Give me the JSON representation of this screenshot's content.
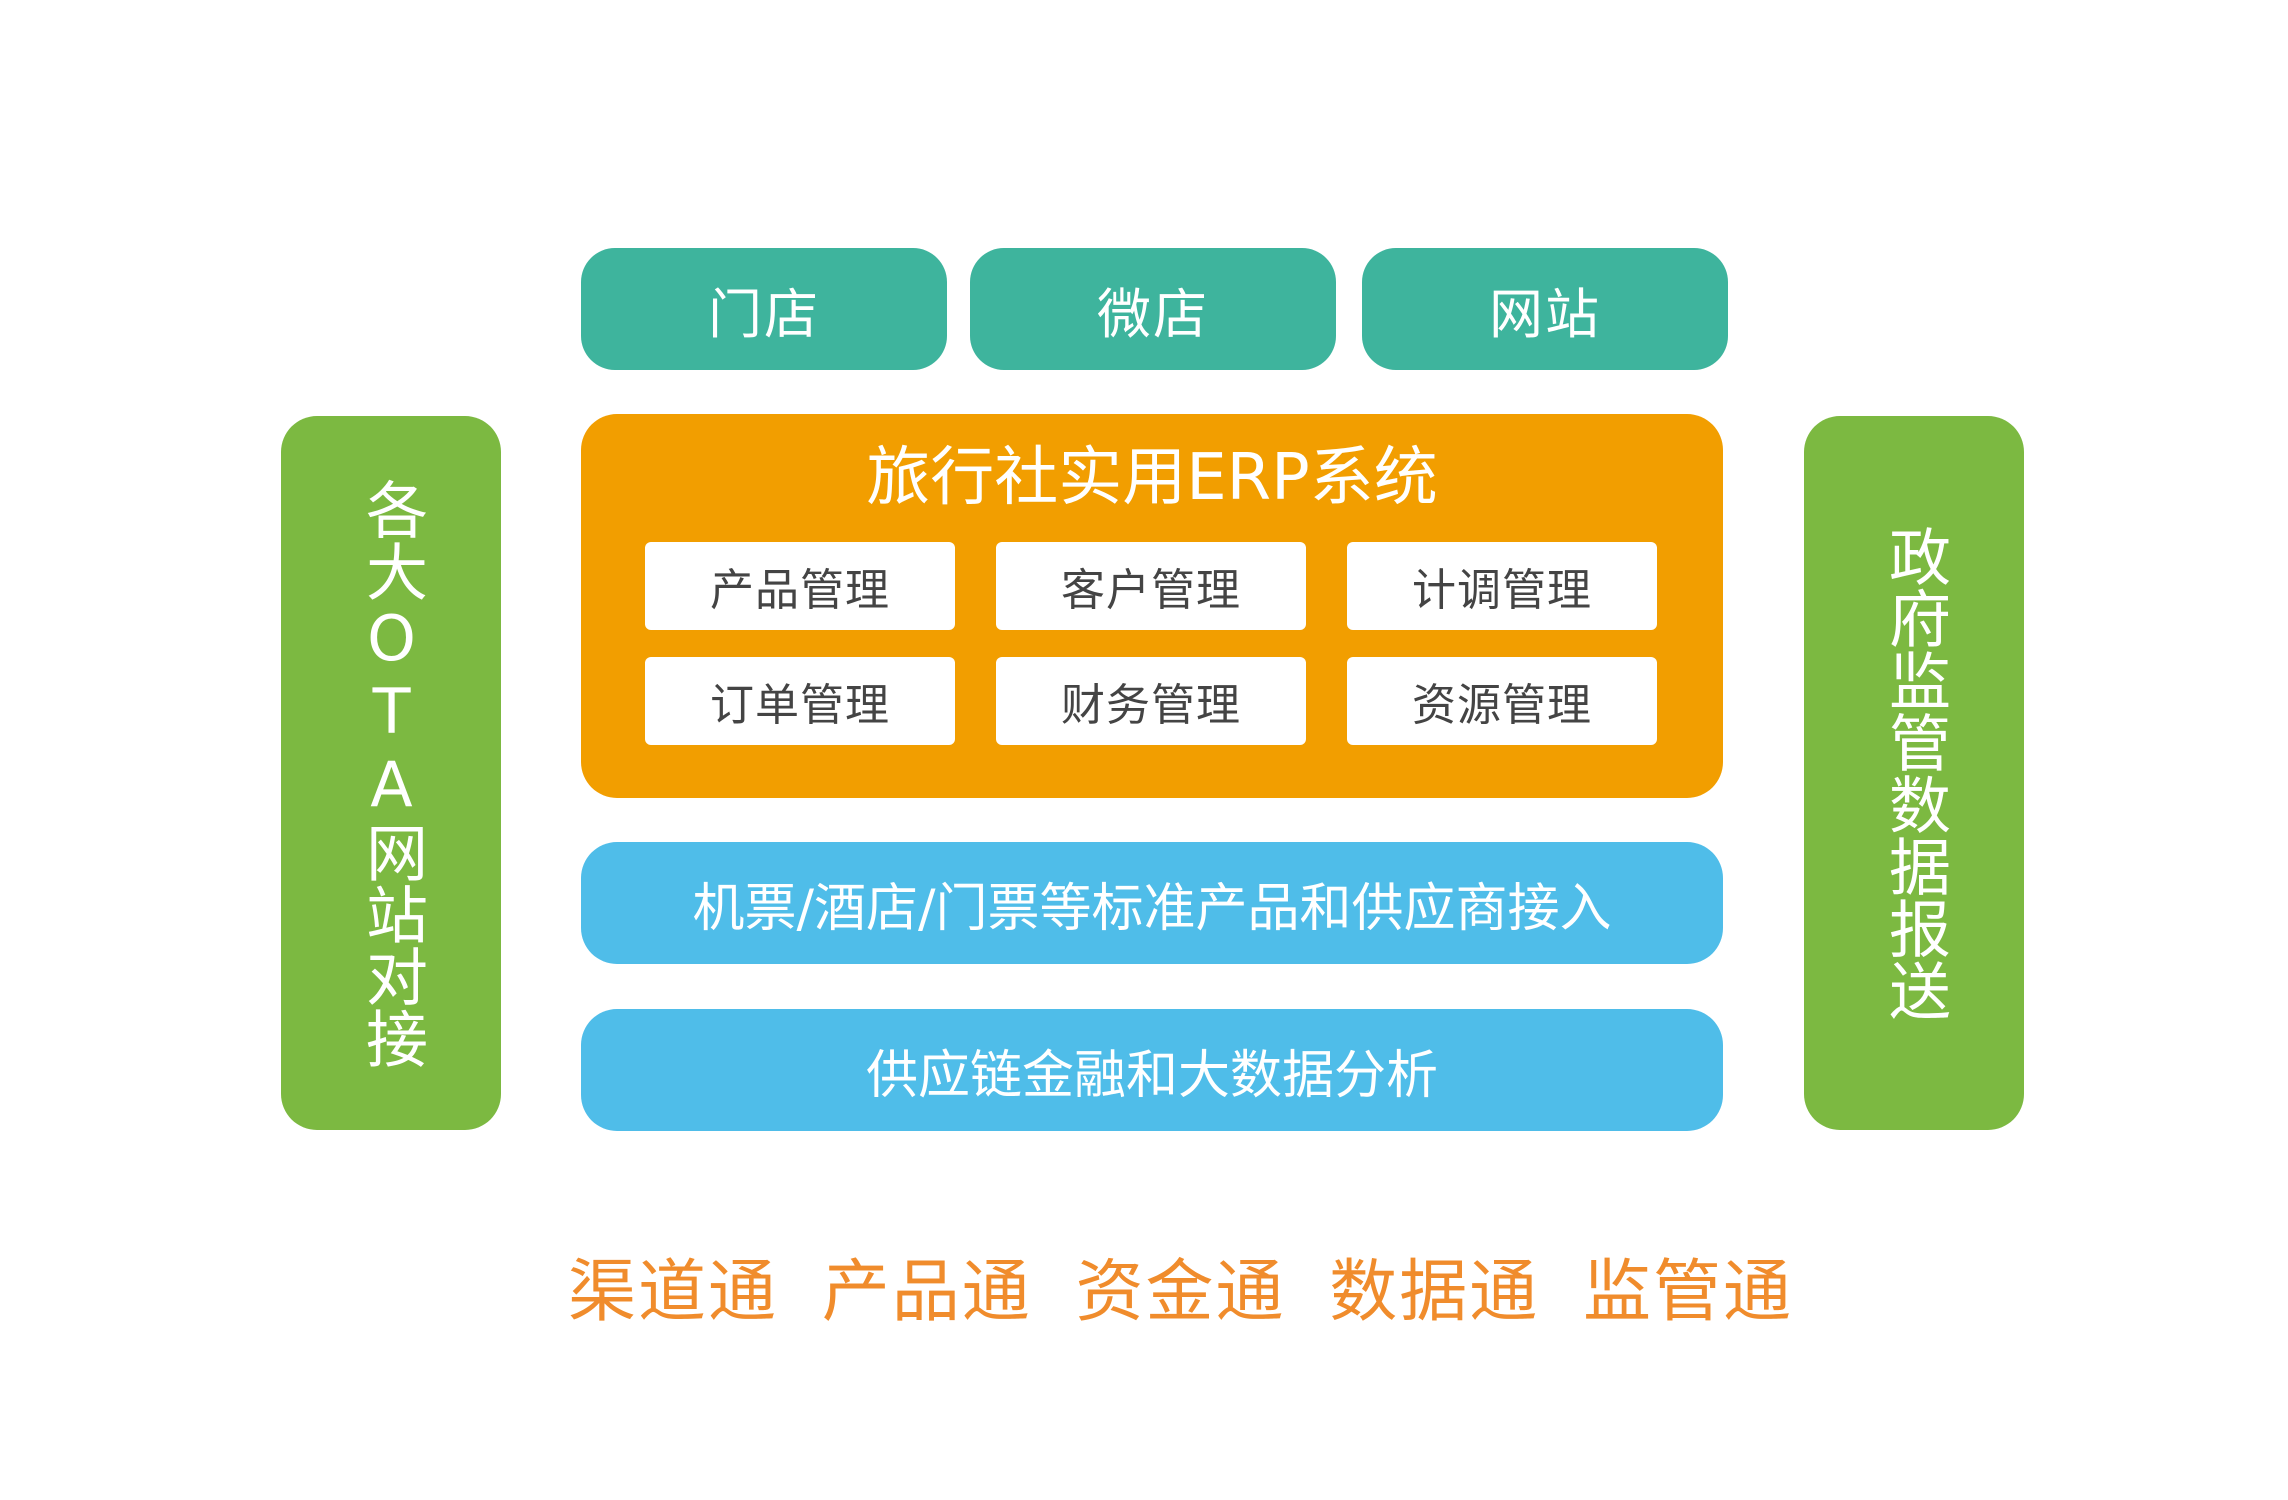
{
  "channels": [
    "门店",
    "微店",
    "网站"
  ],
  "left_side": "各大OTA网站对接",
  "right_side": "政府监管数据报送",
  "erp": {
    "title": "旅行社实用ERP系统",
    "modules": [
      "产品管理",
      "客户管理",
      "计调管理",
      "订单管理",
      "财务管理",
      "资源管理"
    ]
  },
  "layers": [
    "机票/酒店/门票等标准产品和供应商接入",
    "供应链金融和大数据分析"
  ],
  "slogans": [
    "渠道通",
    "产品通",
    "资金通",
    "数据通",
    "监管通"
  ],
  "colors": {
    "channel": "#3eb49d",
    "side": "#7cb941",
    "erp": "#f29e00",
    "layer": "#4fbde9",
    "slogan": "#f08c2c"
  }
}
